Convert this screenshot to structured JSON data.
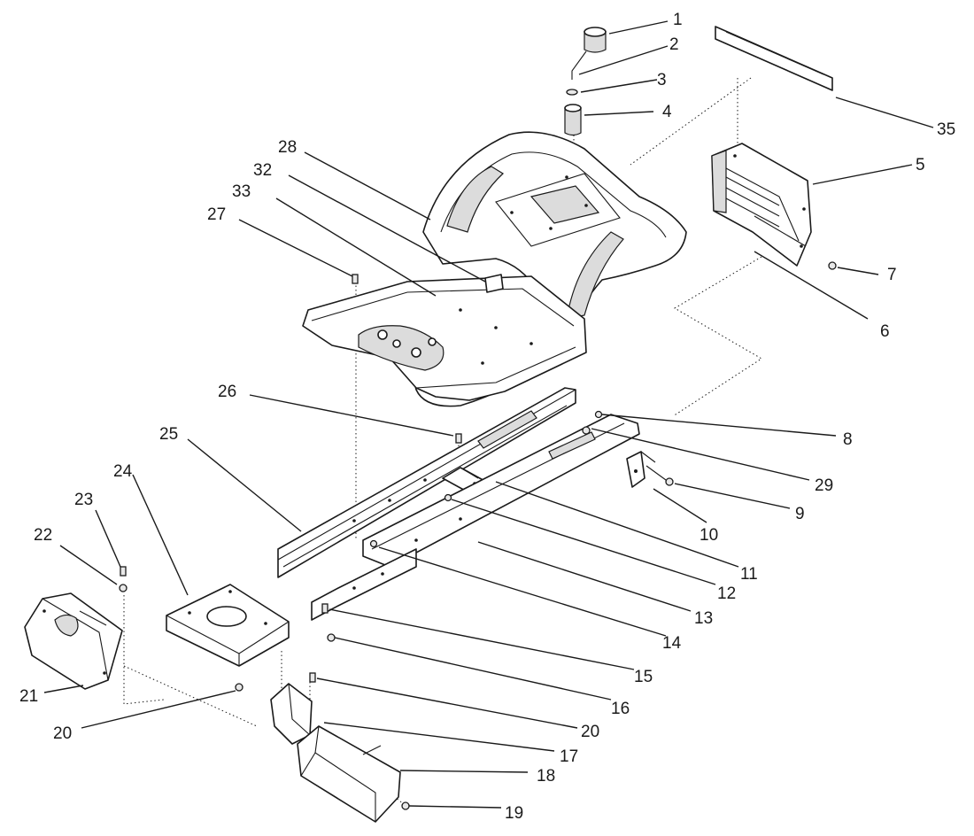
{
  "callouts": [
    {
      "id": "p1",
      "label": "1"
    },
    {
      "id": "p2",
      "label": "2"
    },
    {
      "id": "p3",
      "label": "3"
    },
    {
      "id": "p4",
      "label": "4"
    },
    {
      "id": "p35",
      "label": "35"
    },
    {
      "id": "p5",
      "label": "5"
    },
    {
      "id": "p28",
      "label": "28"
    },
    {
      "id": "p32",
      "label": "32"
    },
    {
      "id": "p33",
      "label": "33"
    },
    {
      "id": "p27",
      "label": "27"
    },
    {
      "id": "p7",
      "label": "7"
    },
    {
      "id": "p6",
      "label": "6"
    },
    {
      "id": "p26",
      "label": "26"
    },
    {
      "id": "p8",
      "label": "8"
    },
    {
      "id": "p25",
      "label": "25"
    },
    {
      "id": "p29",
      "label": "29"
    },
    {
      "id": "p24",
      "label": "24"
    },
    {
      "id": "p9",
      "label": "9"
    },
    {
      "id": "p10",
      "label": "10"
    },
    {
      "id": "p23",
      "label": "23"
    },
    {
      "id": "p11",
      "label": "11"
    },
    {
      "id": "p22",
      "label": "22"
    },
    {
      "id": "p12",
      "label": "12"
    },
    {
      "id": "p13",
      "label": "13"
    },
    {
      "id": "p14",
      "label": "14"
    },
    {
      "id": "p15",
      "label": "15"
    },
    {
      "id": "p21",
      "label": "21"
    },
    {
      "id": "p16",
      "label": "16"
    },
    {
      "id": "p20a",
      "label": "20"
    },
    {
      "id": "p20b",
      "label": "20"
    },
    {
      "id": "p17",
      "label": "17"
    },
    {
      "id": "p18",
      "label": "18"
    },
    {
      "id": "p19",
      "label": "19"
    }
  ]
}
